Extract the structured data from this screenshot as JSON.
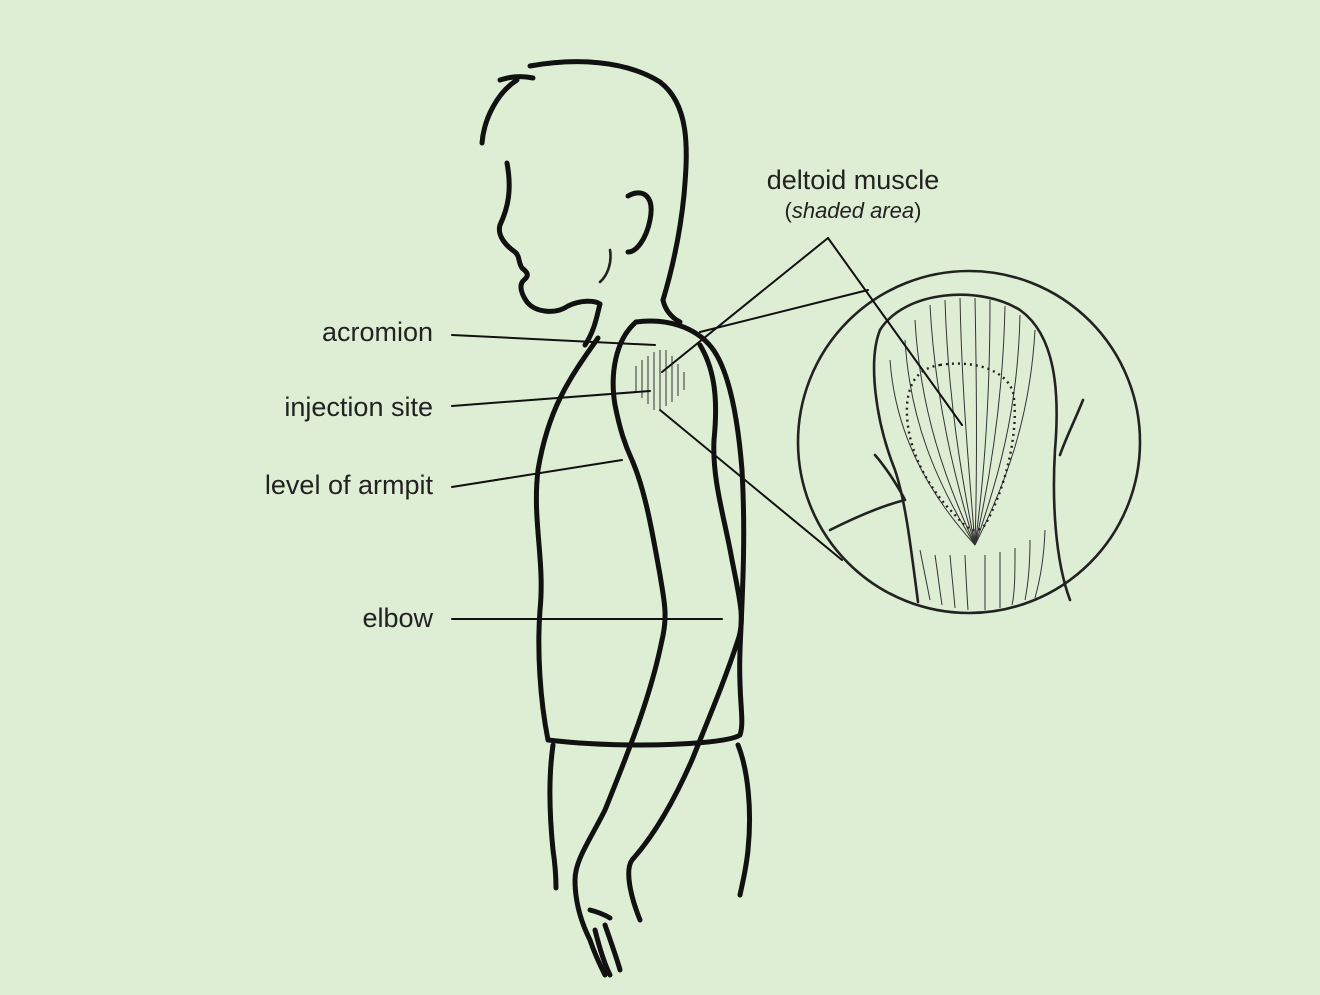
{
  "labels": {
    "acromion": "acromion",
    "injection_site": "injection site",
    "armpit": "level of armpit",
    "elbow": "elbow",
    "deltoid_title": "deltoid muscle",
    "deltoid_open": "(",
    "deltoid_sub": "shaded area",
    "deltoid_close": ")"
  },
  "colors": {
    "background": "#deeed5",
    "line": "#111111"
  }
}
